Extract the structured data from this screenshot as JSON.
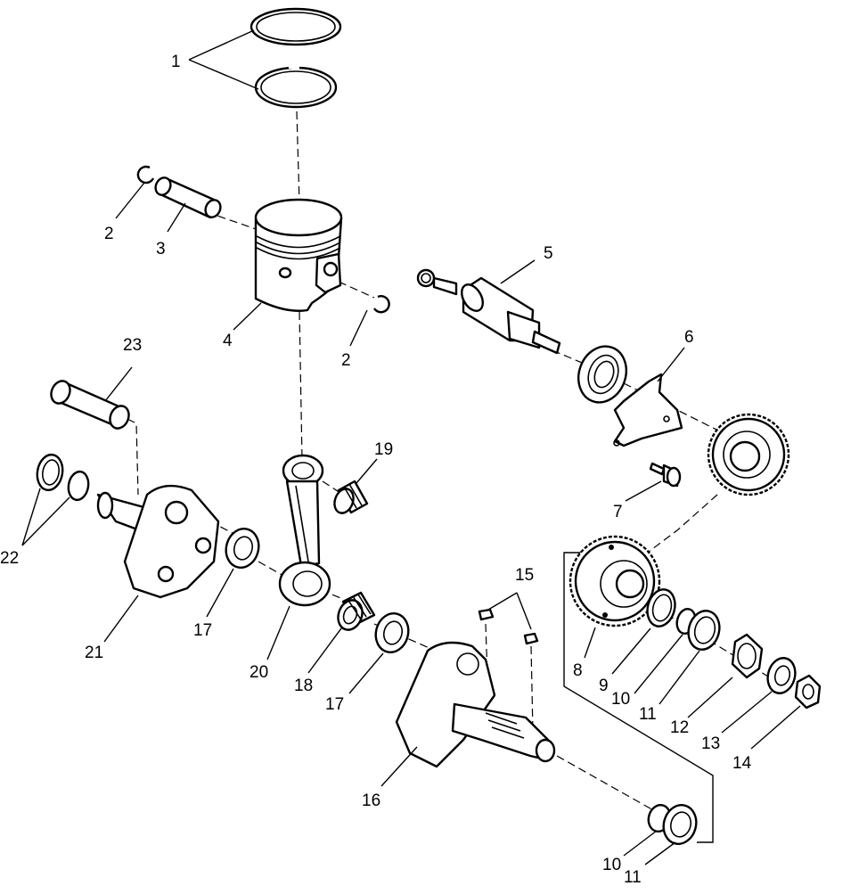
{
  "diagram": {
    "type": "exploded-parts-view",
    "colors": {
      "ink": "#000000",
      "background": "#ffffff"
    },
    "callouts": {
      "c1": "1",
      "c2a": "2",
      "c2b": "2",
      "c3": "3",
      "c4": "4",
      "c5": "5",
      "c6": "6",
      "c7": "7",
      "c8": "8",
      "c9": "9",
      "c10a": "10",
      "c10b": "10",
      "c11a": "11",
      "c11b": "11",
      "c12": "12",
      "c13": "13",
      "c14": "14",
      "c15": "15",
      "c16": "16",
      "c17a": "17",
      "c17b": "17",
      "c18": "18",
      "c19": "19",
      "c20": "20",
      "c21": "21",
      "c22": "22",
      "c23": "23"
    }
  }
}
